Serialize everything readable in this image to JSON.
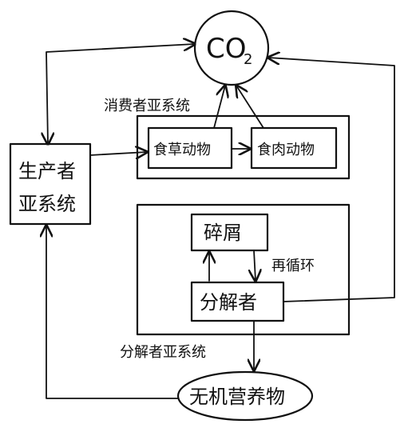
{
  "diagram": {
    "nodes": {
      "co2": {
        "label_main": "CO",
        "label_sub": "2"
      },
      "producer": {
        "line1": "生产者",
        "line2": "亚系统"
      },
      "herbivore": {
        "label": "食草动物"
      },
      "carnivore": {
        "label": "食肉动物"
      },
      "detritus": {
        "label": "碎屑"
      },
      "decomposer": {
        "label": "分解者"
      },
      "inorganic": {
        "label": "无机营养物"
      }
    },
    "groups": {
      "consumer": {
        "label": "消费者亚系统"
      },
      "decomposer": {
        "label": "分解者亚系统"
      }
    },
    "edge_labels": {
      "recycle": "再循环"
    }
  }
}
